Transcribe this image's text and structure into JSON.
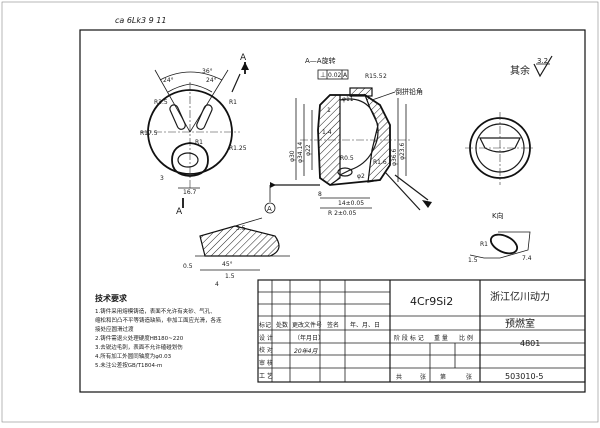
{
  "header": {
    "drawing_number_top": "ca 6Lk3 9 11"
  },
  "roughness_note": {
    "label": "其余",
    "value": "3.2"
  },
  "section_view": {
    "title": "A—A旋转",
    "annotation_note": "倒拼铅角",
    "tolerance_frame": {
      "symbol": "⊥",
      "value": "0.02",
      "datum": "A"
    },
    "dims": {
      "d1": "R15.5",
      "d2": "2",
      "d3": "φ22",
      "d4": "φ23.6",
      "d5": "φ11",
      "d6": "1",
      "d7": "1.4",
      "d8": "R0.5",
      "d9": "φ30",
      "d10": "φ34.14",
      "d11": "14±0.05",
      "d12": "R1.6",
      "d13": "8",
      "d14": "R 2±0.05",
      "d15": "φ36.6",
      "d16": "φ2"
    }
  },
  "front_view": {
    "section_marker": "A",
    "datum_label": "A",
    "dims": {
      "angle1": "24°",
      "angle2": "24°",
      "angle3": "36°",
      "r1": "R17.5",
      "r2": "R3.5",
      "r3": "R1",
      "r4": "R1.25",
      "d1": "R1",
      "d2": "3",
      "d3": "16.7"
    }
  },
  "detail_view": {
    "dims": {
      "d1": "3.5",
      "d2": "0.5",
      "d3": "45°",
      "d4": "1.5",
      "d5": "4"
    }
  },
  "k_view": {
    "label": "K向",
    "dims": {
      "d1": "R1",
      "d2": "1.5",
      "d3": "7.4"
    }
  },
  "tech_requirements": {
    "title": "技术要求",
    "items": [
      "1.铸件采用熔模铸造，表面不允许有夹砂、气孔、",
      "缩松和凹凸不平等铸造缺陷，非加工面应光滑，各连",
      "接处应圆滑过渡",
      "2.铸件需退火处理硬度HB180~220",
      "3.去锐边毛刺，表面不允许磕碰划伤",
      "4.所有加工外圆同轴度为φ0.03",
      "5.未注公差按GB/T1804-m"
    ]
  },
  "title_block": {
    "material": "4Cr9Si2",
    "company": "浙江亿川动力",
    "part_name": "预燃室",
    "code": "4801",
    "drawing_no": "503010-5",
    "headers": [
      "标记",
      "处数",
      "更改文件号",
      "签名",
      "年、月、日"
    ],
    "rows": [
      "设 计",
      "校 对",
      "审 核",
      "工 艺"
    ],
    "date_hint": "（年月日）",
    "sign_date": "20年4月",
    "stage_labels": [
      "阶 段 标 记",
      "重 量",
      "比 例"
    ],
    "sheet_labels": [
      "共",
      "张",
      "第",
      "张"
    ]
  }
}
